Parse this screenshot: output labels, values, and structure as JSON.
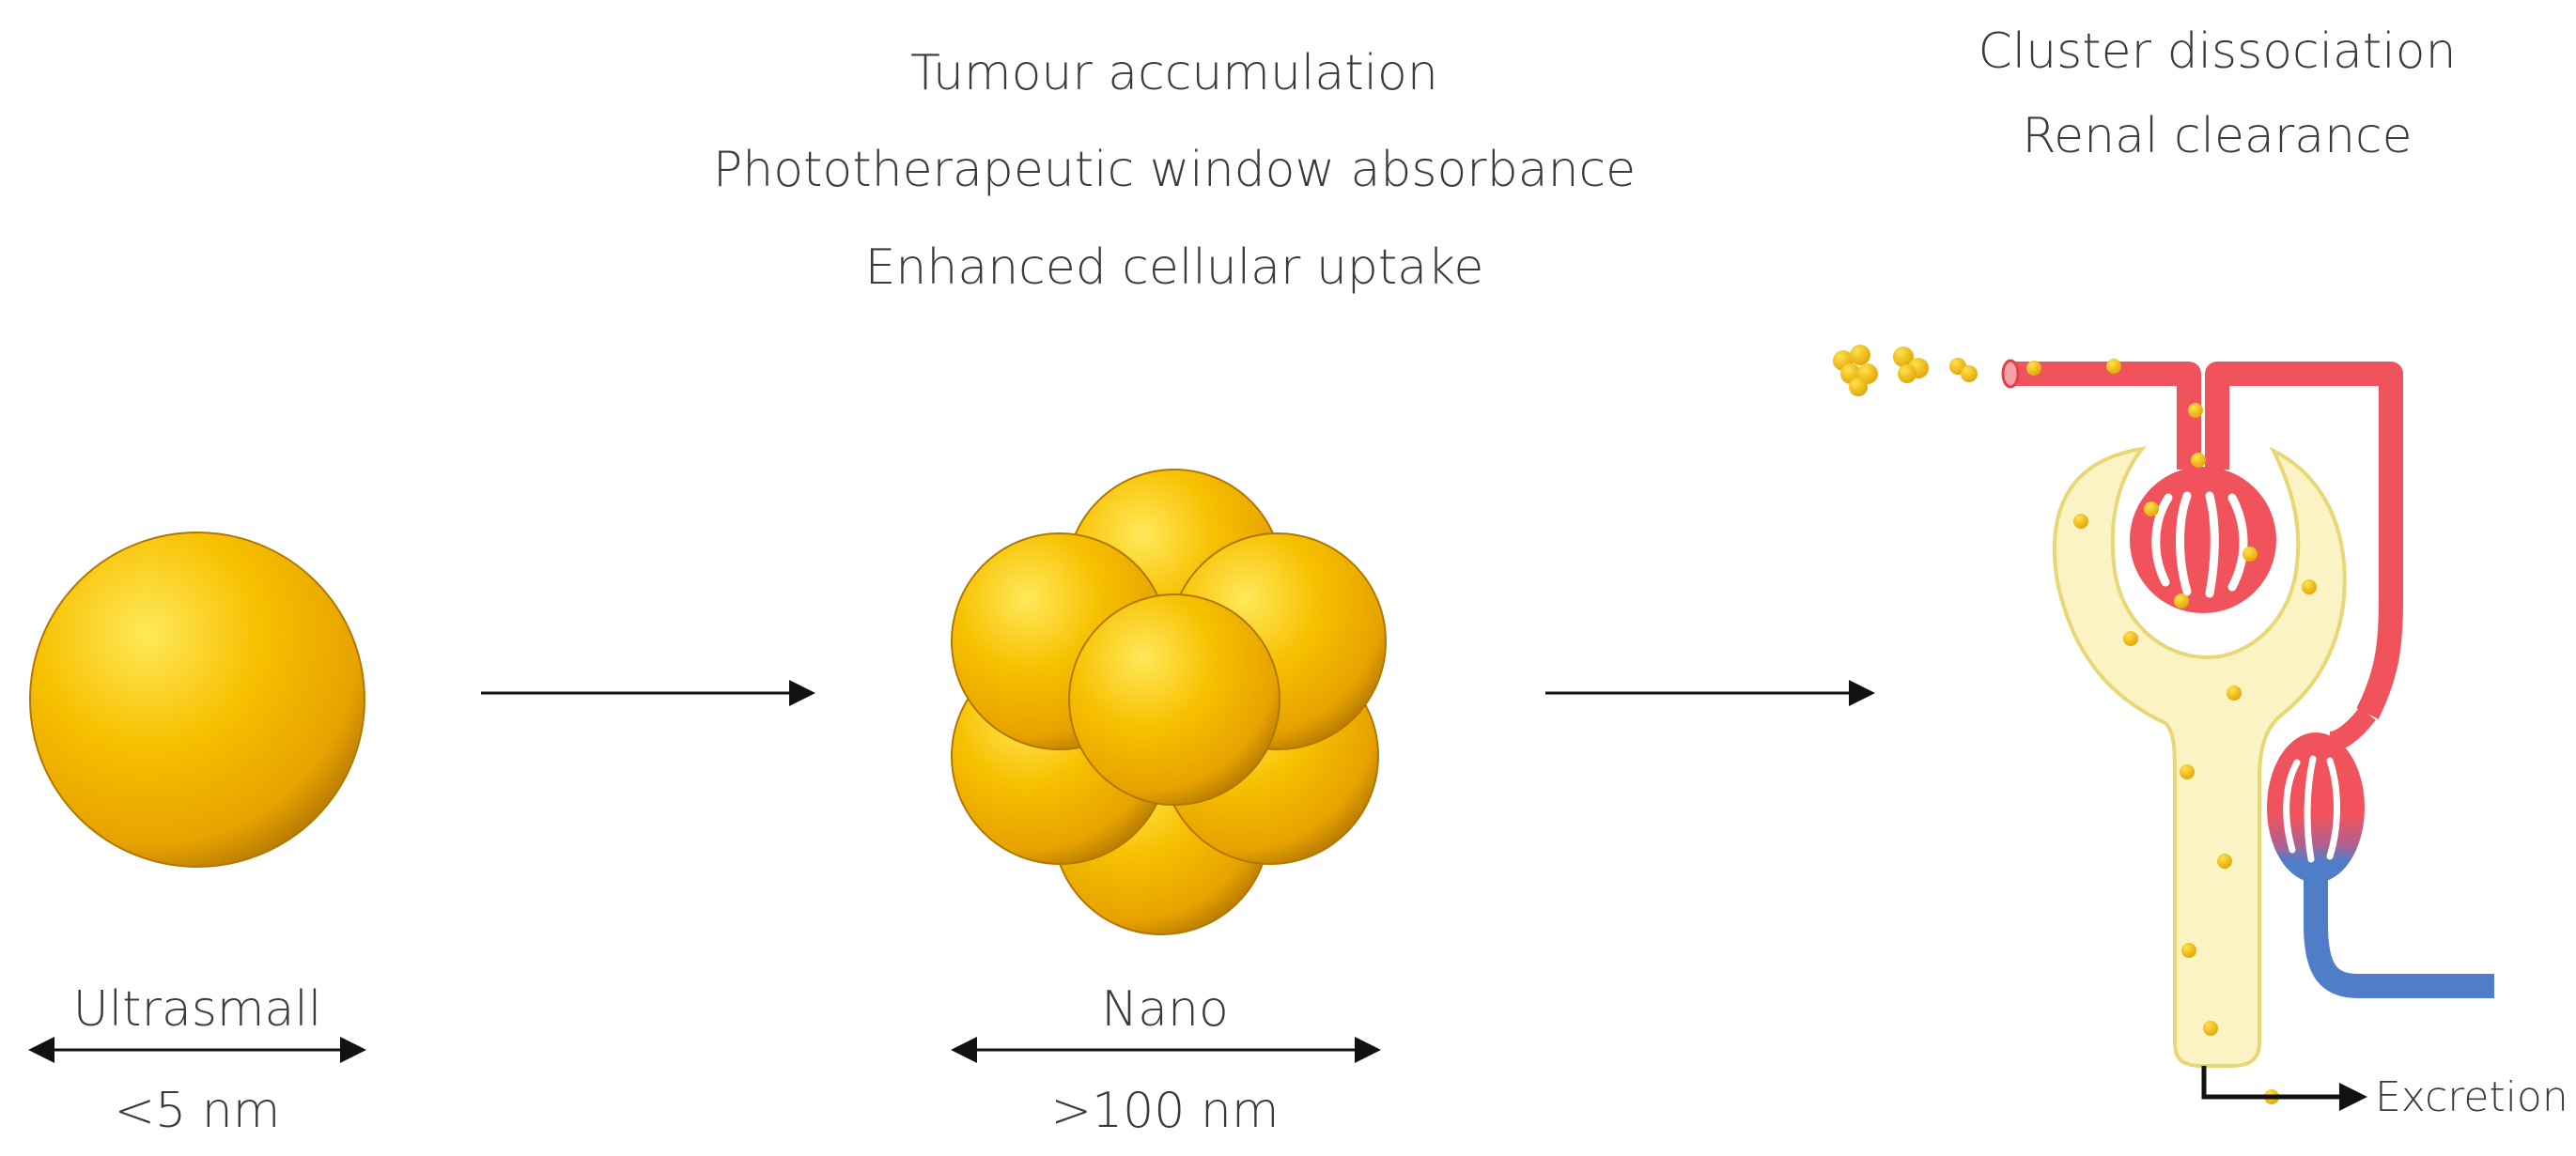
{
  "top_center_labels": {
    "line1": "Tumour accumulation",
    "line2": "Phototherapeutic window absorbance",
    "line3": "Enhanced cellular uptake"
  },
  "top_right_labels": {
    "line1": "Cluster dissociation",
    "line2": "Renal clearance"
  },
  "ultrasmall": {
    "name": "Ultrasmall",
    "size": "<5 nm"
  },
  "nano": {
    "name": "Nano",
    "size": ">100 nm"
  },
  "kidney": {
    "output_label": "Excretion"
  },
  "colors": {
    "gold": "#F6B400",
    "gold_light": "#FFE24A",
    "gold_dark": "#C98A00",
    "artery_red": "#F0535C",
    "vein_blue": "#4F7DC7",
    "tubule_fill": "#FBF3C4",
    "tubule_stroke": "#E8D775",
    "text": "#3a3a3a"
  }
}
